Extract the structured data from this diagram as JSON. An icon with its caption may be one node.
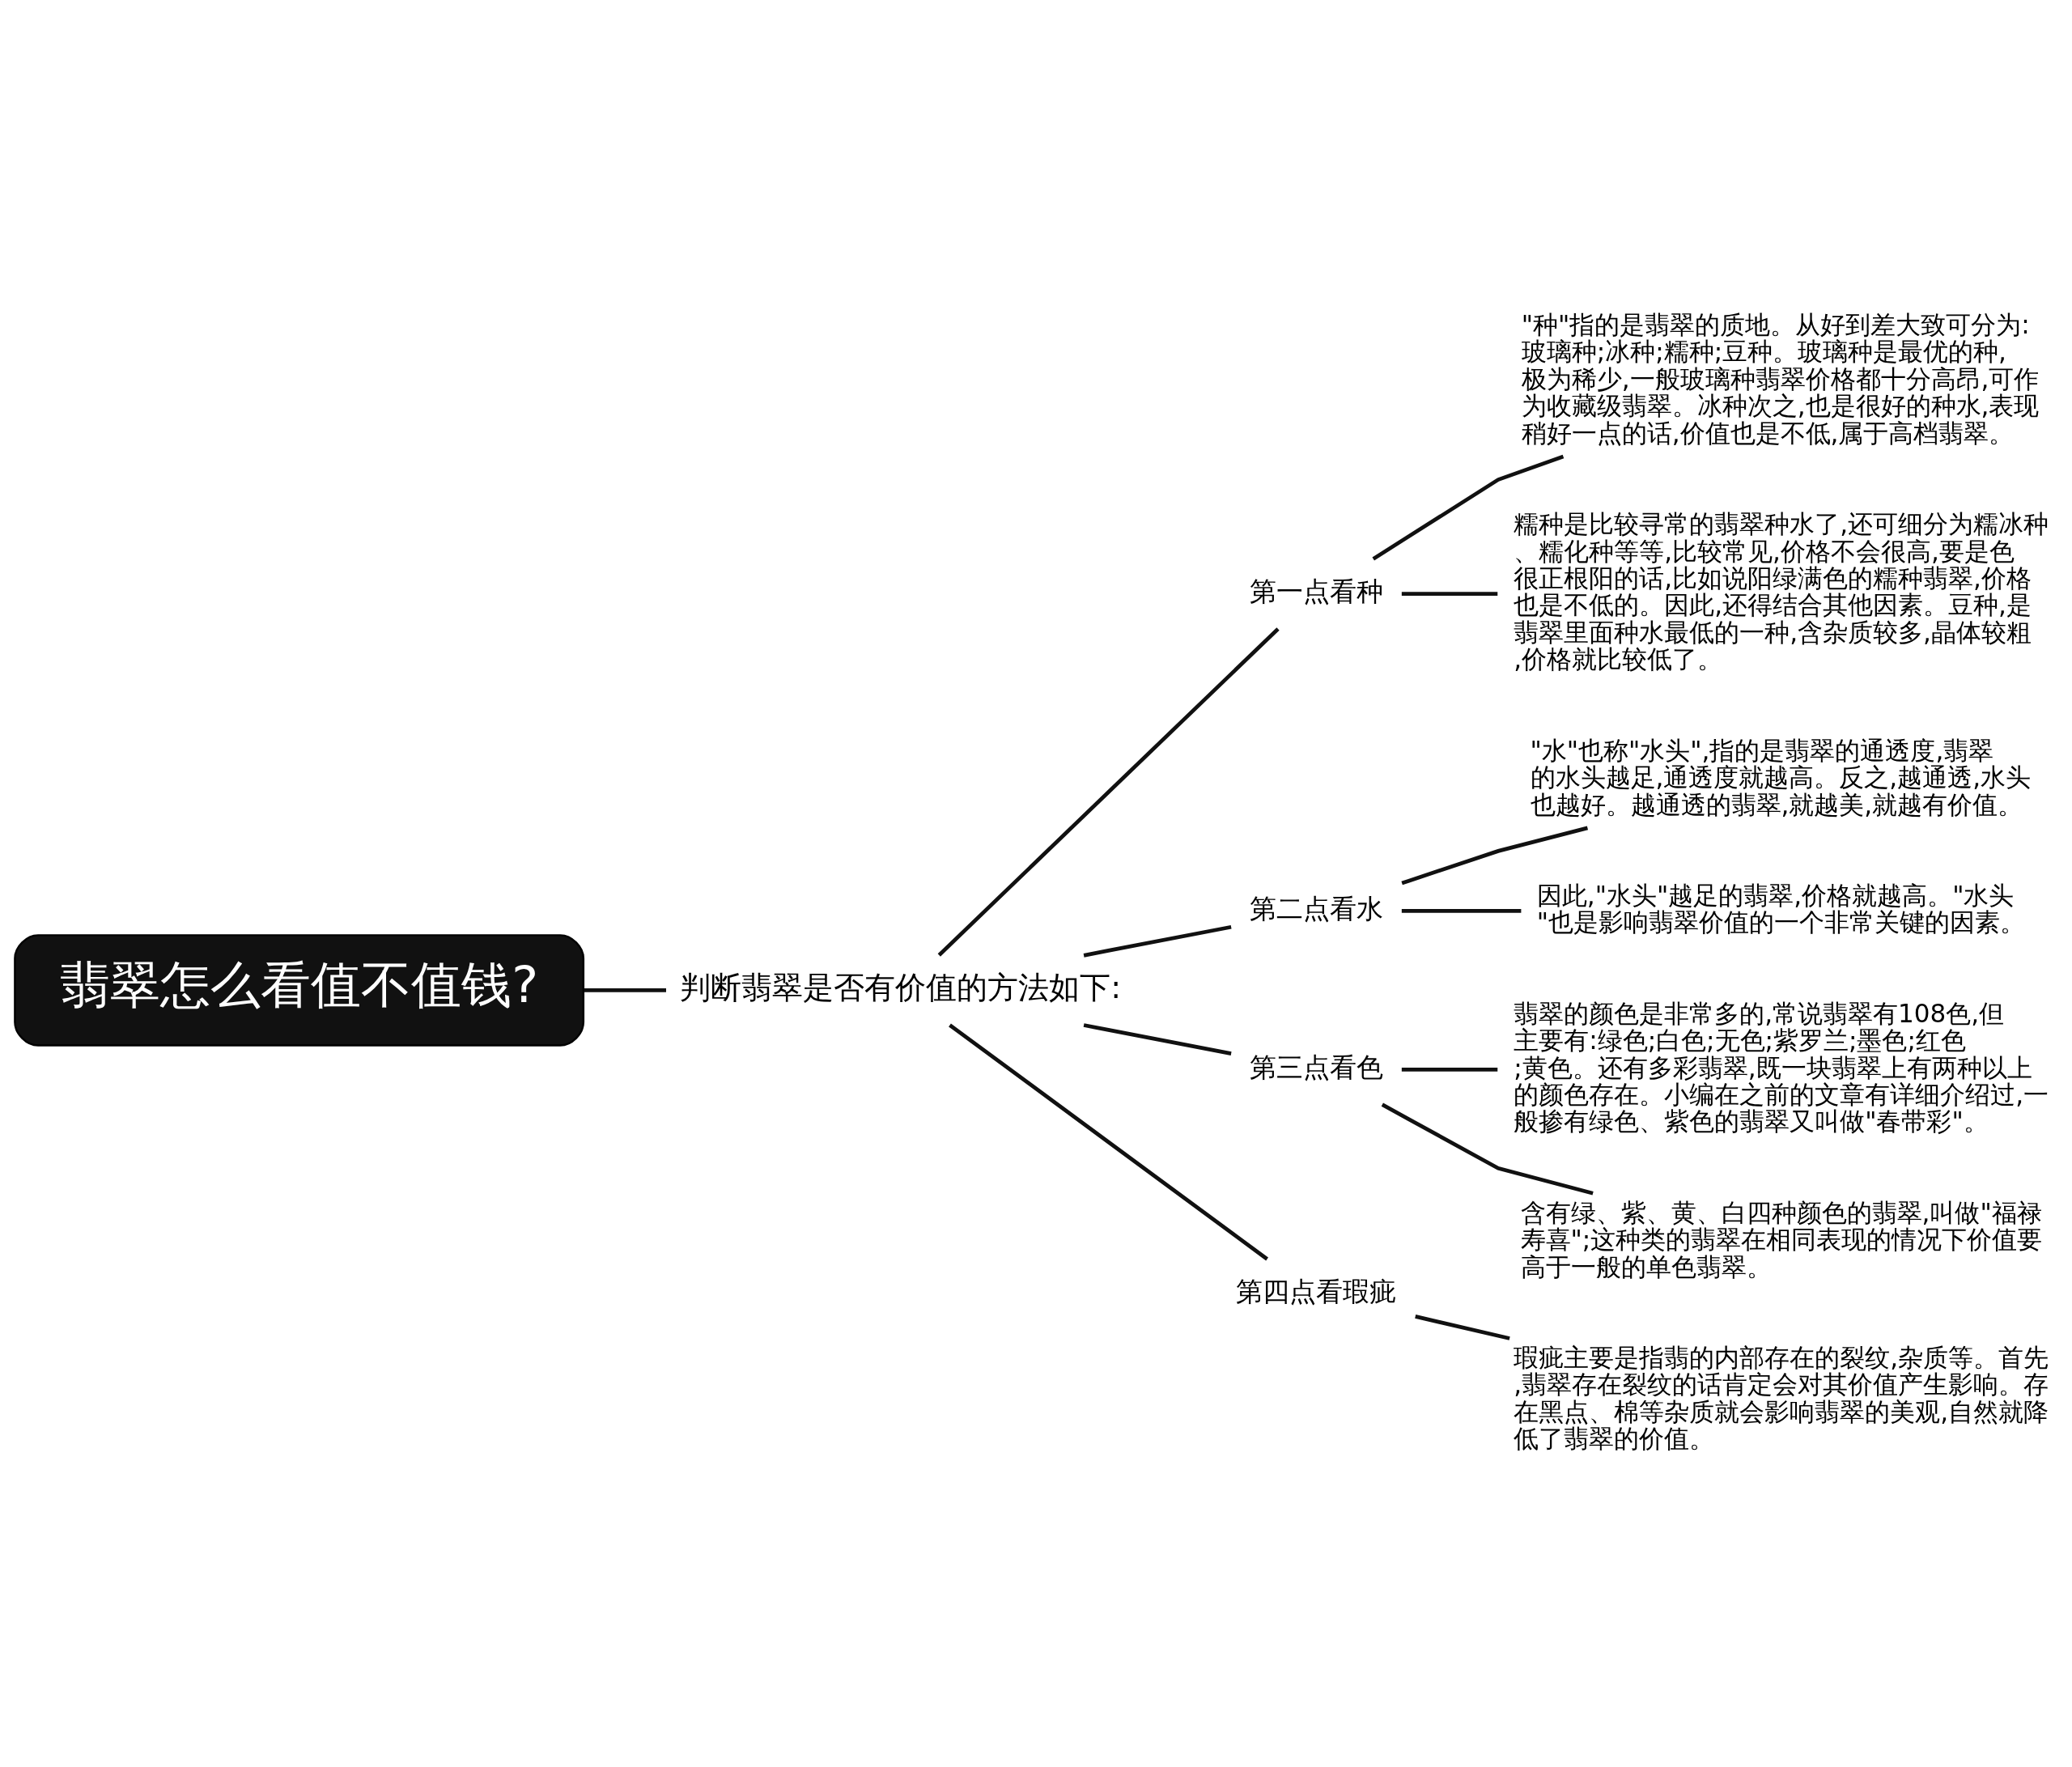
{
  "diagram": {
    "nodes": [
      {
        "text": [
          "翡翠怎么看值不值钱?"
        ]
      },
      {
        "text": [
          "判断翡翠是否有价值的方法如下:"
        ]
      },
      {
        "text": [
          "第一点看种"
        ]
      },
      {
        "text": [
          "\"种\"指的是翡翠的质地。从好到差大致可分为:玻璃种;冰种;糯种;豆种。玻璃种是最优的种,极为稀少,一般玻璃种翡翠价格都十分高昂,可作为收藏级翡翠。冰种次之,也是很好的种水,表现稍好一点的话,价值也是不低,属于高档翡翠。"
        ]
      },
      {
        "text": [
          "糯种是比较寻常的翡翠种水了,还可细分为糯冰种、糯化种等等,比较常见,价格不会很高,要是色很正根阳的话,比如说阳绿满色的糯种翡翠,价格也是不低的。因此,还得结合其他因素。豆种,是翡翠里面种水最低的一种,含杂质较多,晶体较粗,价格就比较低了。"
        ]
      },
      {
        "text": [
          "第二点看水"
        ]
      },
      {
        "text": [
          "\"水\"也称\"水头\",指的是翡翠的通透度,翡翠的水头越足,通透度就越高。反之,越通透,水头也越好。越通透的翡翠,就越美,就越有价值。"
        ]
      },
      {
        "text": [
          "因此,\"水头\"越足的翡翠,价格就越高。\"水头\"也是影响翡翠价值的一个非常关键的因素。"
        ]
      },
      {
        "text": [
          "第三点看色"
        ]
      },
      {
        "text": [
          "翡翠的颜色是非常多的,常说翡翠有108色,但主要有:绿色;白色;无色;紫罗兰;墨色;红色;黄色。还有多彩翡翠,既一块翡翠上有两种以上的颜色存在。小编在之前的文章有详细介绍过,一般掺有绿色、紫色的翡翠又叫做\"春带彩\"。"
        ]
      },
      {
        "text": [
          "含有绿、紫、黄、白四种颜色的翡翠,叫做\"福禄寿喜\";这种类的翡翠在相同表现的情况下价值要高于一般的单色翡翠。"
        ]
      },
      {
        "text": [
          "第四点看瑕疵"
        ]
      },
      {
        "text": [
          "瑕疵主要是指翡的内部存在的裂纹,杂质等。首先,翡翠存在裂纹的话肯定会对其价值产生影响。存在黑点、棉等杂质就会影响翡翠的美观,自然就降低了翡翠的价值。"
        ]
      }
    ],
    "edges": [
      {
        "from": 0,
        "to": 1,
        "arrow": "none"
      },
      {
        "from": 1,
        "to": 2,
        "arrow": "none"
      },
      {
        "from": 1,
        "to": 5,
        "arrow": "none"
      },
      {
        "from": 1,
        "to": 8,
        "arrow": "none"
      },
      {
        "from": 1,
        "to": 11,
        "arrow": "none"
      },
      {
        "from": 2,
        "to": 3,
        "arrow": "none"
      },
      {
        "from": 2,
        "to": 4,
        "arrow": "none"
      },
      {
        "from": 5,
        "to": 6,
        "arrow": "none"
      },
      {
        "from": 5,
        "to": 7,
        "arrow": "none"
      },
      {
        "from": 8,
        "to": 9,
        "arrow": "none"
      },
      {
        "from": 8,
        "to": 10,
        "arrow": "none"
      },
      {
        "from": 11,
        "to": 12,
        "arrow": "none"
      }
    ]
  }
}
